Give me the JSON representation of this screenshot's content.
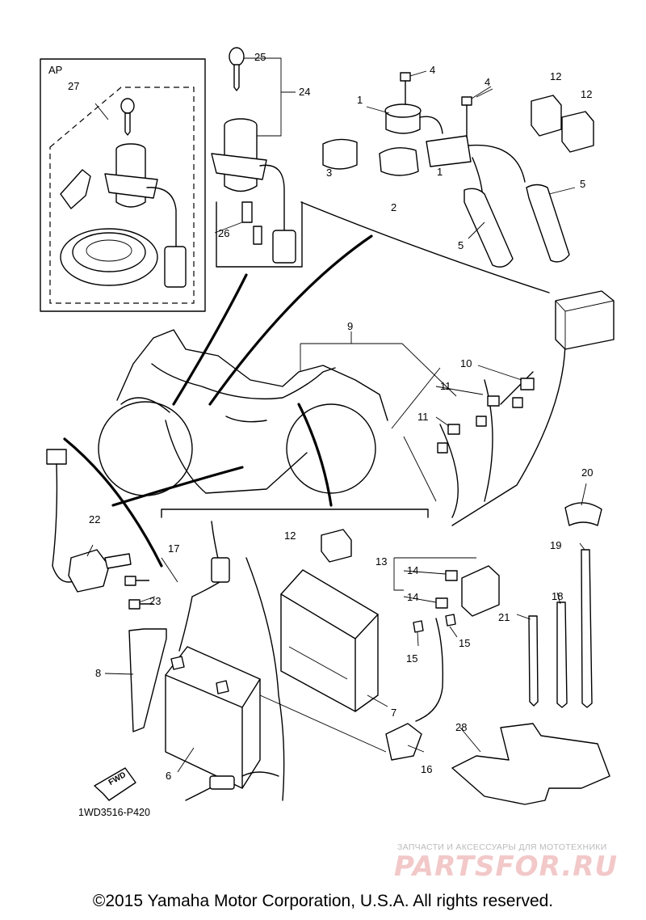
{
  "diagram": {
    "group_label": "AP",
    "code": "1WD3516-P420",
    "fwd_label": "FWD",
    "callouts": {
      "n1a": "1",
      "n1b": "1",
      "n2": "2",
      "n3": "3",
      "n4a": "4",
      "n4b": "4",
      "n5a": "5",
      "n5b": "5",
      "n6": "6",
      "n7": "7",
      "n8": "8",
      "n9": "9",
      "n10": "10",
      "n11a": "11",
      "n11b": "11",
      "n12a": "12",
      "n12b": "12",
      "n12c": "12",
      "n13": "13",
      "n14a": "14",
      "n14b": "14",
      "n15a": "15",
      "n15b": "15",
      "n16": "16",
      "n17": "17",
      "n18": "18",
      "n19": "19",
      "n20": "20",
      "n21": "21",
      "n22": "22",
      "n23": "23",
      "n24": "24",
      "n25": "25",
      "n26": "26",
      "n27": "27",
      "n28": "28"
    }
  },
  "footer": {
    "copyright": "©2015 Yamaha Motor Corporation, U.S.A. All rights reserved."
  },
  "watermark": {
    "tagline": "ЗАПЧАСТИ И АКСЕССУАРЫ ДЛЯ МОТОТЕХНИКИ",
    "logo": "PARTSFOR.RU"
  }
}
